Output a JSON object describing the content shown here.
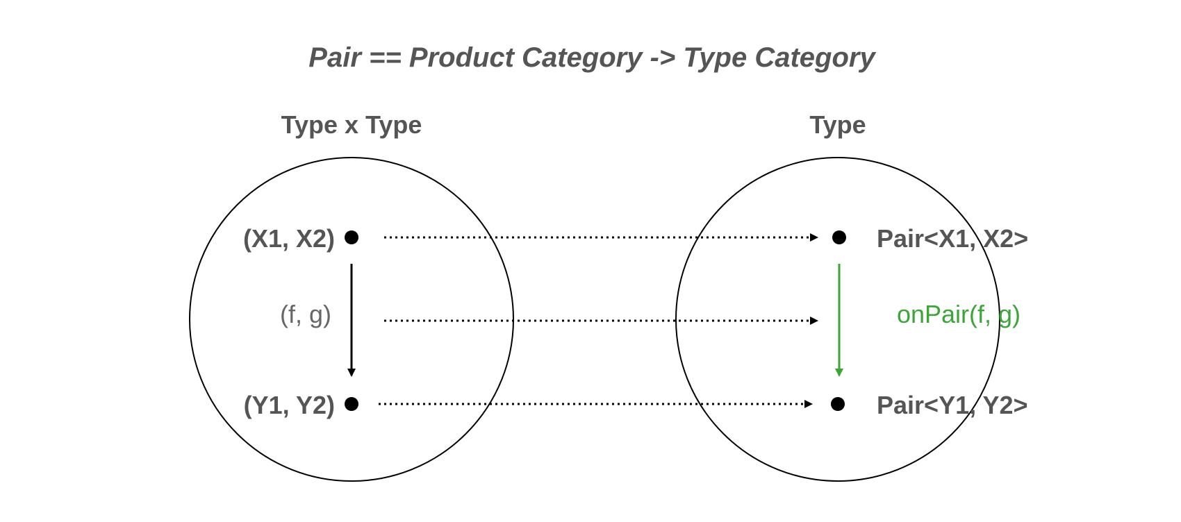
{
  "title": "Pair == Product Category -> Type Category",
  "source_category": {
    "label": "Type x Type",
    "objects": {
      "top": "(X1, X2)",
      "bottom": "(Y1, Y2)"
    },
    "morphism": "(f, g)"
  },
  "target_category": {
    "label": "Type",
    "objects": {
      "top": "Pair<X1, X2>",
      "bottom": "Pair<Y1, Y2>"
    },
    "morphism": "onPair(f, g)"
  },
  "colors": {
    "text": "#555555",
    "morphism_text": "#666666",
    "mapped_morphism": "#3aa636",
    "lines": "#000000"
  }
}
